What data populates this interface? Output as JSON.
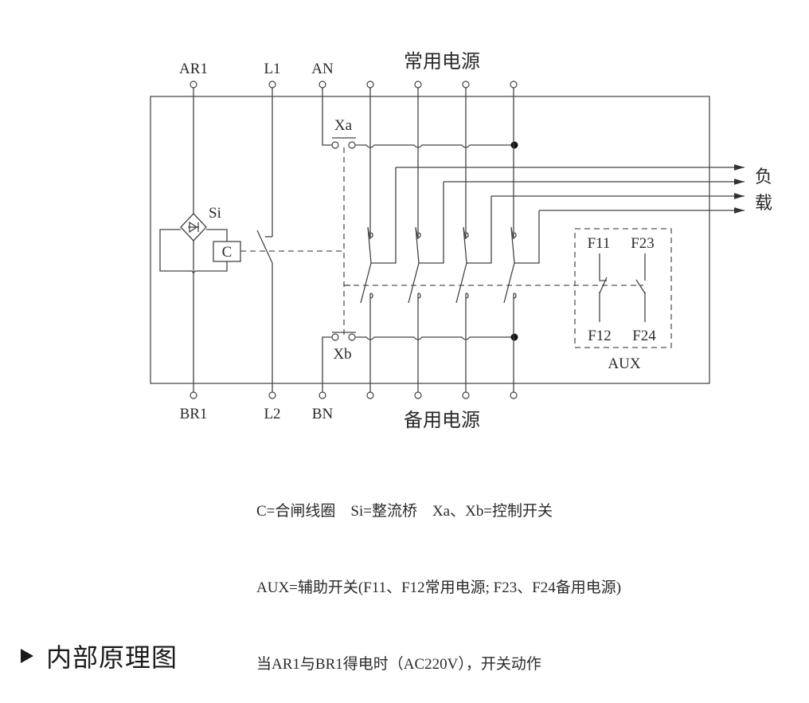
{
  "diagram": {
    "title_top": "常用电源",
    "title_bottom": "备用电源",
    "load_label_1": "负",
    "load_label_2": "载",
    "terminals_top": [
      "AR1",
      "L1",
      "AN"
    ],
    "terminals_bottom": [
      "BR1",
      "L2",
      "BN"
    ],
    "rectifier_label": "Si",
    "coil_label": "C",
    "switch_a_label": "Xa",
    "switch_b_label": "Xb",
    "aux": {
      "label": "AUX",
      "contacts": [
        "F11",
        "F23",
        "F12",
        "F24"
      ]
    },
    "colors": {
      "line": "#333333",
      "frame": "#555555",
      "dash": "#555555"
    }
  },
  "legend": {
    "line1": "C=合闸线圈    Si=整流桥    Xa、Xb=控制开关",
    "line2": "AUX=辅助开关(F11、F12常用电源; F23、F24备用电源)",
    "line3": "当AR1与BR1得电时（AC220V），开关动作"
  },
  "section": {
    "title": "内部原理图",
    "bullet_icon": "triangle-right"
  }
}
